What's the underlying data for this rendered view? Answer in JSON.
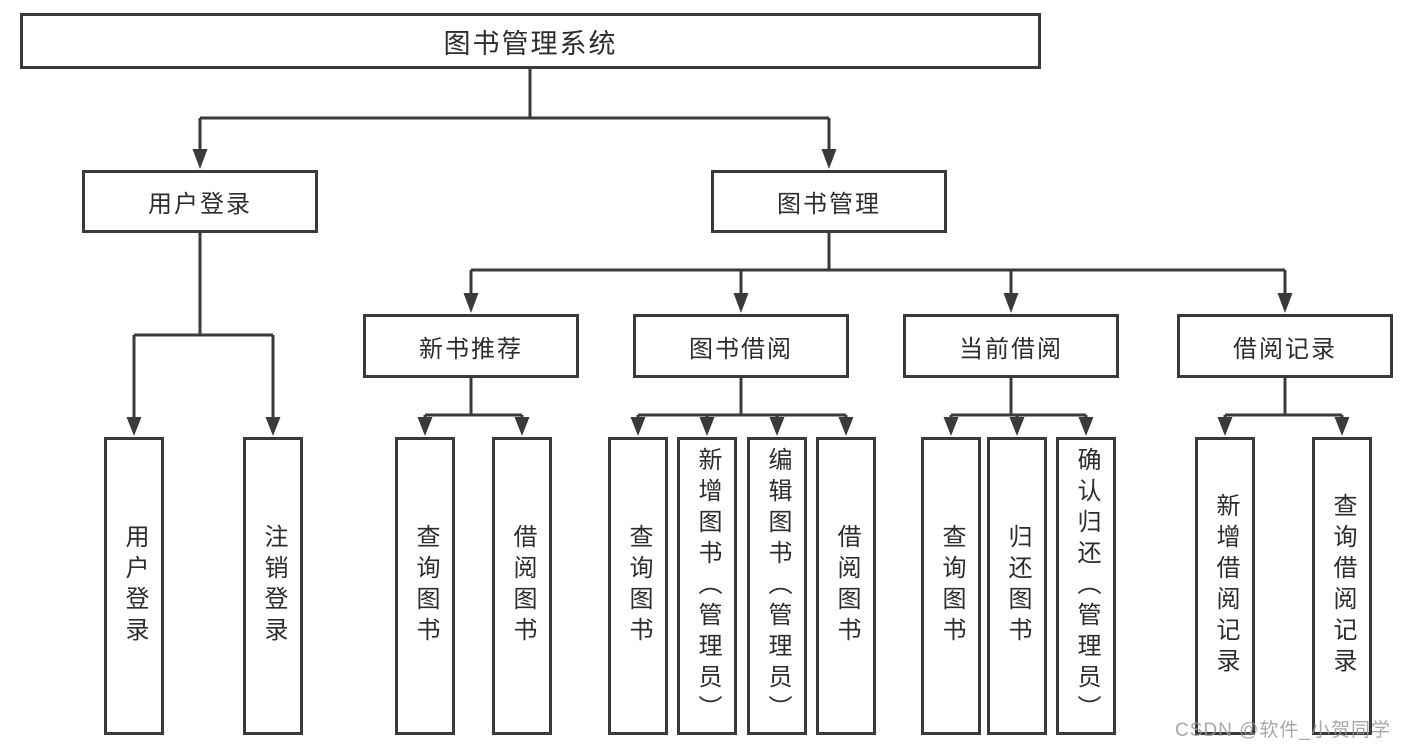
{
  "diagram": {
    "root": {
      "label": "图书管理系统"
    },
    "branches": [
      {
        "label": "用户登录",
        "children": [
          {
            "label": "用户登录"
          },
          {
            "label": "注销登录"
          }
        ]
      },
      {
        "label": "图书管理",
        "groups": [
          {
            "label": "新书推荐",
            "children": [
              {
                "label": "查询图书"
              },
              {
                "label": "借阅图书"
              }
            ]
          },
          {
            "label": "图书借阅",
            "children": [
              {
                "label": "查询图书"
              },
              {
                "label": "新增图书（管理员）"
              },
              {
                "label": "编辑图书（管理员）"
              },
              {
                "label": "借阅图书"
              }
            ]
          },
          {
            "label": "当前借阅",
            "children": [
              {
                "label": "查询图书"
              },
              {
                "label": "归还图书"
              },
              {
                "label": "确认归还（管理员）"
              }
            ]
          },
          {
            "label": "借阅记录",
            "children": [
              {
                "label": "新增借阅记录"
              },
              {
                "label": "查询借阅记录"
              }
            ]
          }
        ]
      }
    ],
    "watermark": "CSDN @软件_小贺同学"
  },
  "colors": {
    "line": "#3a3a3a",
    "box_border": "#3a3a3a",
    "box_fill": "#ffffff",
    "text": "#2d2d2d",
    "watermark": "#96999c",
    "background": "#ffffff"
  }
}
